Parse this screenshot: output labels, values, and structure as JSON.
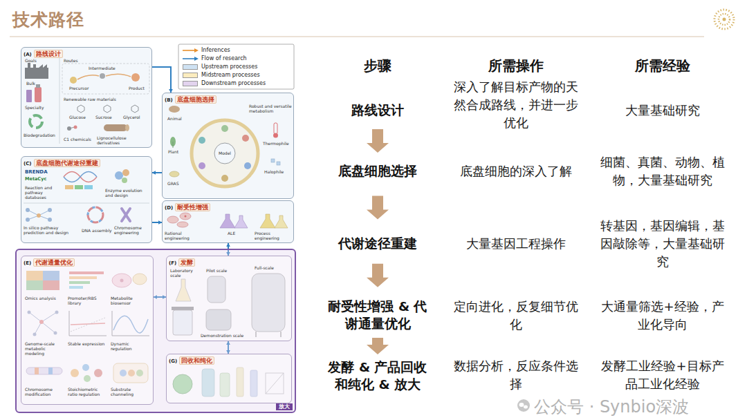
{
  "diagram": {
    "title": "技术路径",
    "nodes": [
      {
        "text": [
          "(A)",
          "路线设计"
        ]
      },
      {
        "text": [
          "(B)",
          "底盘细胞选择"
        ]
      },
      {
        "text": [
          "(C)",
          "底盘细胞代谢途径重建"
        ]
      },
      {
        "text": [
          "(D)",
          "耐受性增强"
        ]
      },
      {
        "text": [
          "放大"
        ]
      },
      {
        "text": [
          "(E)",
          "代谢通量优化"
        ],
        "in": 4
      },
      {
        "text": [
          "(F)",
          "发酵"
        ],
        "in": 4
      },
      {
        "text": [
          "(G)",
          "回收和纯化"
        ],
        "in": 4
      },
      {
        "text": [
          "路线设计"
        ]
      },
      {
        "text": [
          "底盘细胞选择"
        ]
      },
      {
        "text": [
          "代谢途径重建"
        ]
      },
      {
        "text": [
          "耐受性增强 & 代谢通量优化"
        ]
      },
      {
        "text": [
          "发酵 & 产品回收和纯化 & 放大"
        ]
      }
    ],
    "edges": [
      {
        "from": 0,
        "to": 1,
        "arrow": "to"
      },
      {
        "from": 1,
        "to": 2,
        "arrow": "to"
      },
      {
        "from": 2,
        "to": 3,
        "arrow": "to"
      },
      {
        "from": 3,
        "to": 6,
        "arrow": "both"
      },
      {
        "from": 5,
        "to": 6,
        "arrow": "both"
      },
      {
        "from": 6,
        "to": 7,
        "arrow": "both"
      },
      {
        "from": 8,
        "to": 9,
        "arrow": "to"
      },
      {
        "from": 9,
        "to": 10,
        "arrow": "to"
      },
      {
        "from": 10,
        "to": 11,
        "arrow": "to"
      },
      {
        "from": 11,
        "to": 12,
        "arrow": "to"
      }
    ],
    "labels": [
      "步骤",
      "所需操作",
      "所需经验",
      "深入了解目标产物的天然合成路线，并进一步优化",
      "大量基础研究",
      "底盘细胞的深入了解",
      "细菌、真菌、动物、植物，大量基础研究",
      "大量基因工程操作",
      "转基因，基因编辑，基因敲除等，大量基础研究",
      "定向进化，反复细节优化",
      "大通量筛选+经验，产业化导向",
      "数据分析，反应条件选择",
      "发酵工业经验+目标产品工业化经验",
      "公众号 · Synbio深波",
      "Goals",
      "Bulk",
      "Specialty",
      "Biodegradation",
      "Routes",
      "Intermediate",
      "Precursor",
      "Product",
      "Renewable raw materials",
      "Glucose",
      "Sucrose",
      "Glycerol",
      "C1 chemicals",
      "Lignocellulose derivatives",
      "Animal",
      "Robust and versatile metabolism",
      "Plant",
      "Model",
      "Thermophile",
      "GRAS",
      "Halophile",
      "BRENDA",
      "MetaCyc",
      "Reaction and pathway databases",
      "Enzyme evolution and design",
      "In silico pathway prediction and design",
      "DNA assembly",
      "Chromosome engineering",
      "Rational engineering",
      "ALE",
      "Process engineering",
      "Omics analysis",
      "Promoter/RBS library",
      "Metabolite biosensor",
      "Genome-scale metabolic modeling",
      "Stable expression",
      "Dynamic regulation",
      "Chromosome modification",
      "Stoichiometric ratio regulation",
      "Substrate channeling",
      "Laboratory scale",
      "Pilot scale",
      "Full-scale",
      "Demonstration scale"
    ],
    "legend": [
      {
        "text": "Inferences"
      },
      {
        "text": "Flow of research"
      },
      {
        "text": "Upstream processes",
        "color": "#cfe2f3"
      },
      {
        "text": "Midstream processes",
        "color": "#fbecbf"
      },
      {
        "text": "Downstream processes",
        "color": "#e2d3ee"
      }
    ]
  }
}
